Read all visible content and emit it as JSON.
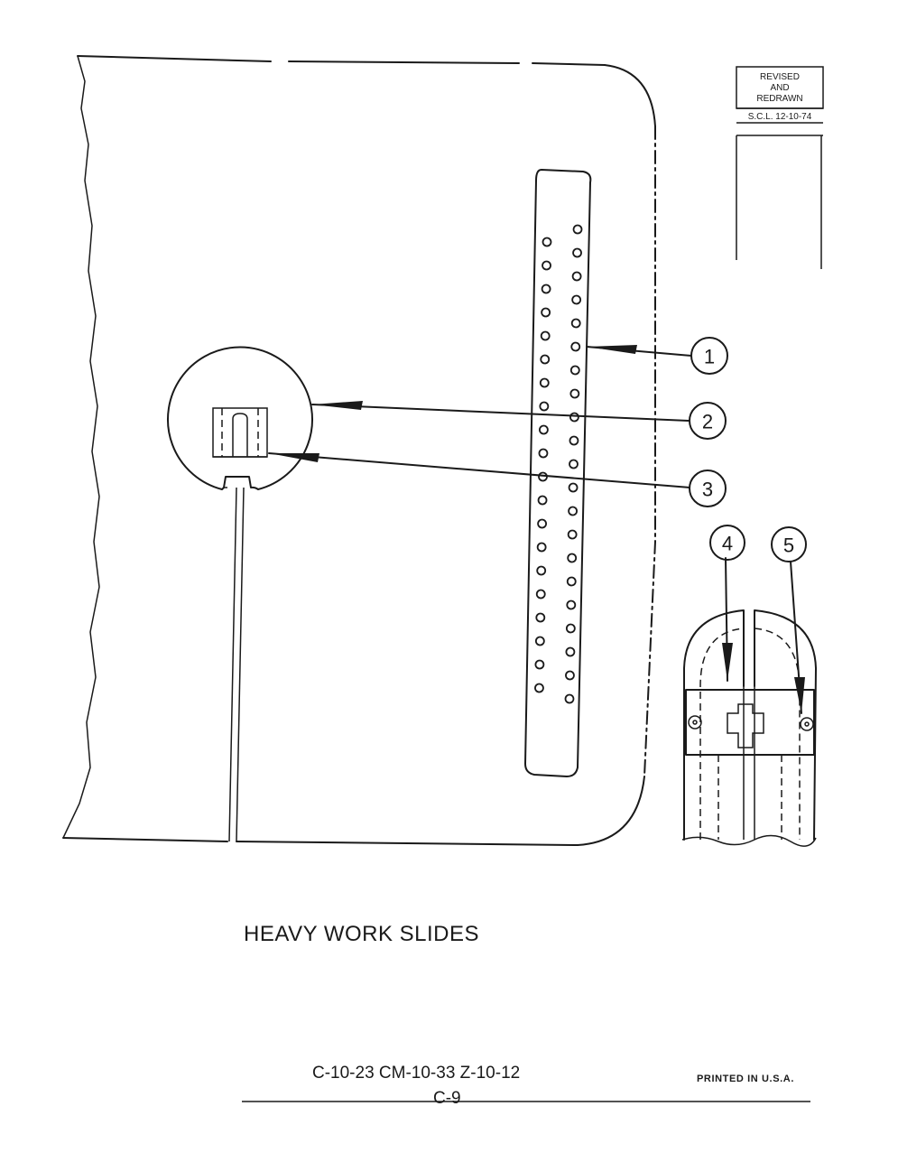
{
  "revision_stamp": {
    "line1": "REVISED",
    "line2": "AND",
    "line3": "REDRAWN",
    "line4": "S.C.L. 12-10-74"
  },
  "callouts": [
    "1",
    "2",
    "3",
    "4",
    "5"
  ],
  "title": "HEAVY WORK SLIDES",
  "footer": {
    "part_numbers": "C-10-23  CM-10-33  Z-10-12",
    "page": "C-9",
    "printed": "PRINTED IN U.S.A."
  }
}
